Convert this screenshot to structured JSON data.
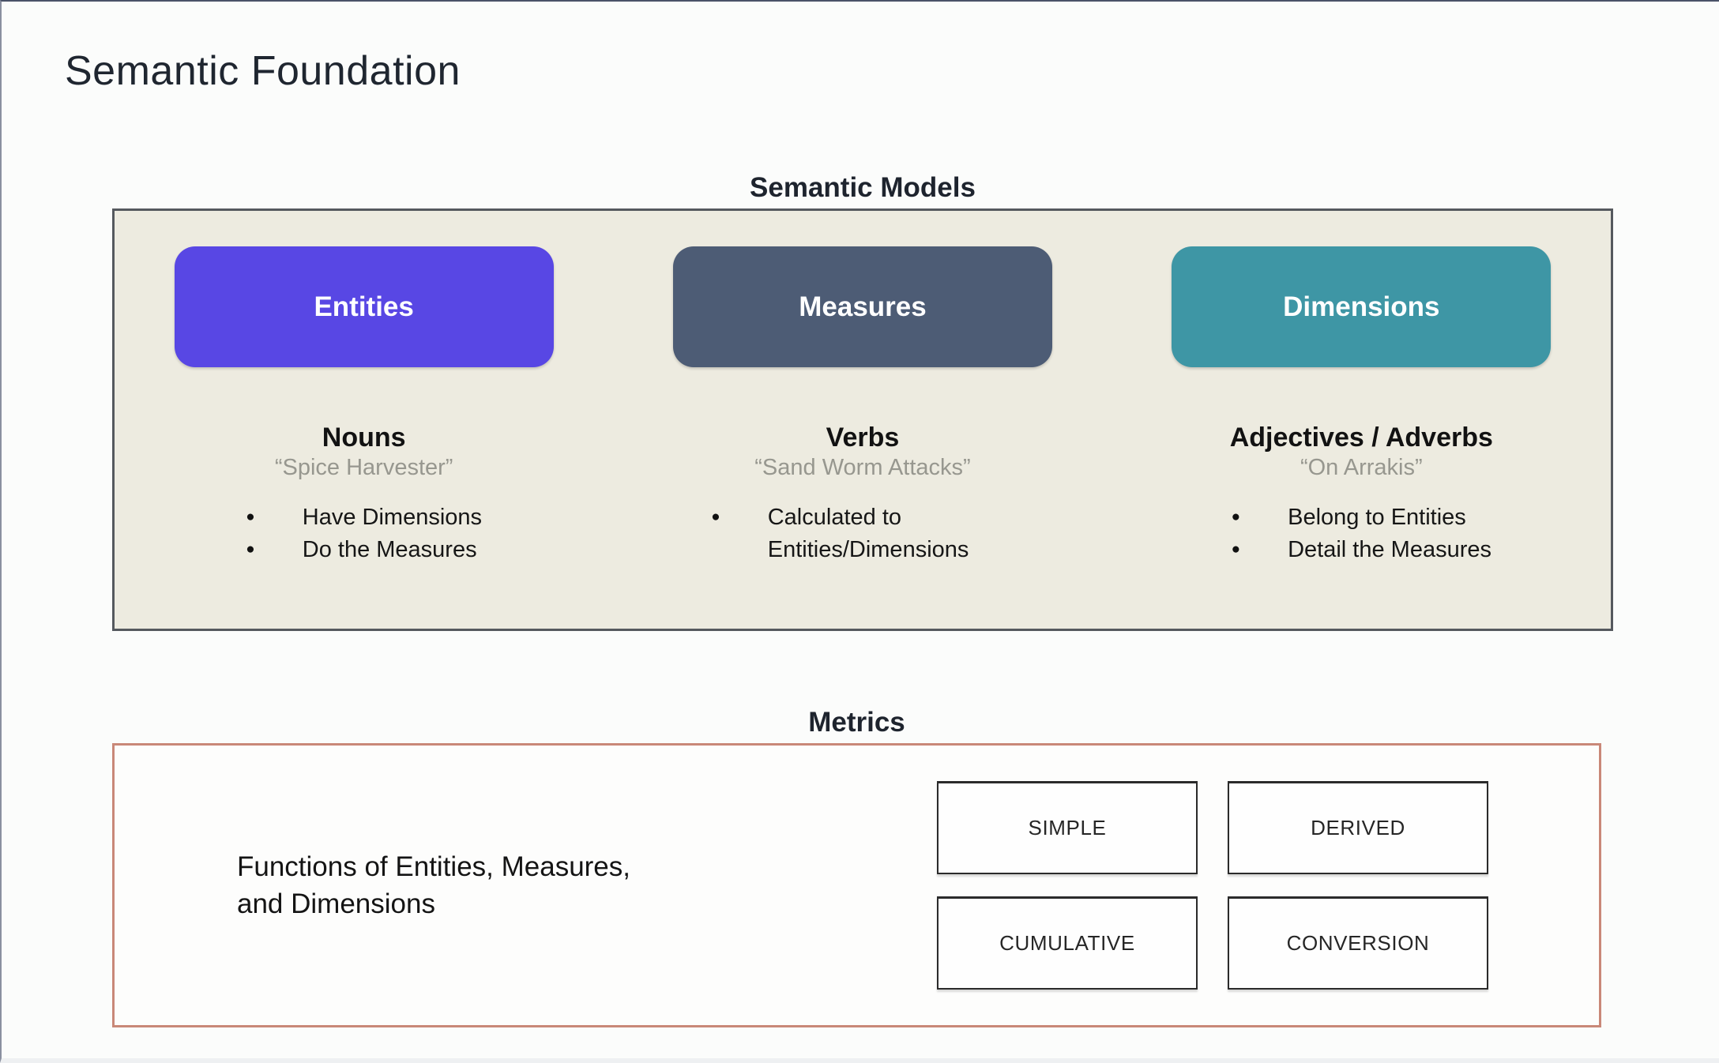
{
  "title": "Semantic Foundation",
  "icons": {
    "bullet": "●"
  },
  "colors": {
    "entities": "#5847e4",
    "measures": "#4d5c75",
    "dimensions": "#3e96a5",
    "semantic_box_bg": "#edebe0",
    "semantic_box_border": "#55595e",
    "metrics_box_border": "#c98878",
    "quote_text": "#97978f"
  },
  "semantic_models": {
    "heading": "Semantic Models",
    "columns": [
      {
        "button": "Entities",
        "color": "#5847e4",
        "label": "Nouns",
        "quote": "“Spice Harvester”",
        "bullets": [
          "Have Dimensions",
          "Do the Measures"
        ]
      },
      {
        "button": "Measures",
        "color": "#4d5c75",
        "label": "Verbs",
        "quote": "“Sand Worm Attacks”",
        "bullets": [
          "Calculated to Entities/Dimensions"
        ]
      },
      {
        "button": "Dimensions",
        "color": "#3e96a5",
        "label": "Adjectives / Adverbs",
        "quote": "“On Arrakis”",
        "bullets": [
          "Belong to Entities",
          "Detail the Measures"
        ]
      }
    ]
  },
  "metrics": {
    "heading": "Metrics",
    "description_lines": [
      "Functions of Entities, Measures,",
      "and Dimensions"
    ],
    "types": [
      "SIMPLE",
      "DERIVED",
      "CUMULATIVE",
      "CONVERSION"
    ]
  }
}
